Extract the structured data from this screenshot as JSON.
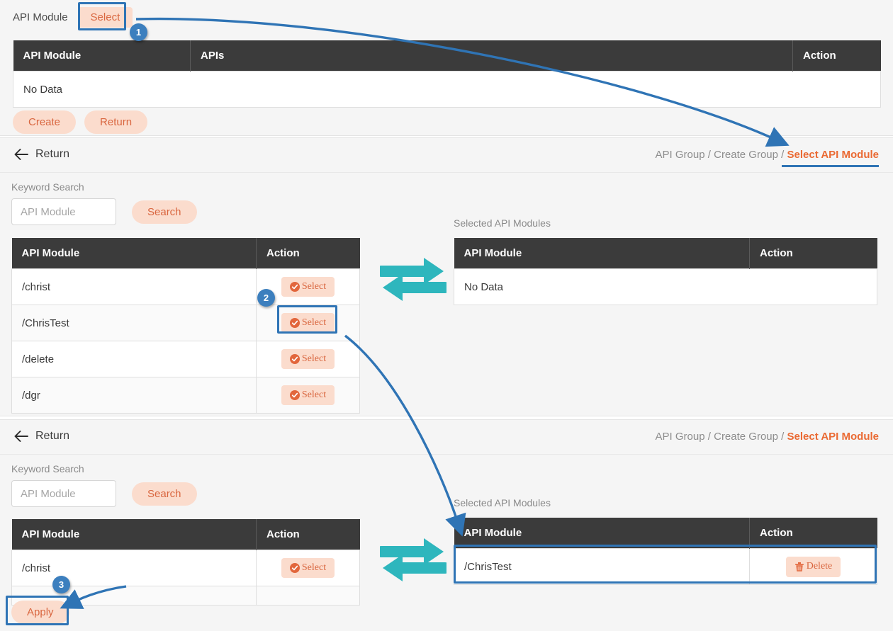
{
  "colors": {
    "accent_orange": "#ea6a33",
    "button_peach": "#fbdccd",
    "button_text": "#d9663f",
    "table_header": "#3b3b3b",
    "annotation_blue": "#2f74b5",
    "swap_teal": "#2eb6bd",
    "panel_bg": "#f5f5f5"
  },
  "panel_top": {
    "field_label": "API Module",
    "select_button": "Select",
    "table": {
      "columns": [
        "API Module",
        "APIs",
        "Action"
      ],
      "empty_text": "No Data",
      "rows": []
    },
    "create_button": "Create",
    "return_button": "Return"
  },
  "panel_mid": {
    "return_label": "Return",
    "breadcrumb": {
      "part1": "API Group",
      "sep1": "/",
      "part2": "Create Group",
      "sep2": "/",
      "current": "Select API Module"
    },
    "search": {
      "label": "Keyword Search",
      "placeholder": "API Module",
      "value": "",
      "button": "Search"
    },
    "left_table": {
      "columns": [
        "API Module",
        "Action"
      ],
      "action_label": "Select",
      "rows": [
        {
          "module": "/christ"
        },
        {
          "module": "/ChrisTest"
        },
        {
          "module": "/delete"
        },
        {
          "module": "/dgr"
        }
      ]
    },
    "selected_title": "Selected API Modules",
    "right_table": {
      "columns": [
        "API Module",
        "Action"
      ],
      "empty_text": "No Data",
      "rows": []
    }
  },
  "panel_bottom": {
    "return_label": "Return",
    "breadcrumb": {
      "part1": "API Group",
      "sep1": "/",
      "part2": "Create Group",
      "sep2": "/",
      "current": "Select API Module"
    },
    "search": {
      "label": "Keyword Search",
      "placeholder": "API Module",
      "value": "",
      "button": "Search"
    },
    "left_table": {
      "columns": [
        "API Module",
        "Action"
      ],
      "action_label": "Select",
      "rows": [
        {
          "module": "/christ"
        }
      ]
    },
    "selected_title": "Selected API Modules",
    "right_table": {
      "columns": [
        "API Module",
        "Action"
      ],
      "action_label": "Delete",
      "rows": [
        {
          "module": "/ChrisTest"
        }
      ]
    },
    "apply_button": "Apply"
  },
  "annotations": {
    "badges": [
      {
        "number": "1"
      },
      {
        "number": "2"
      },
      {
        "number": "3"
      }
    ]
  }
}
